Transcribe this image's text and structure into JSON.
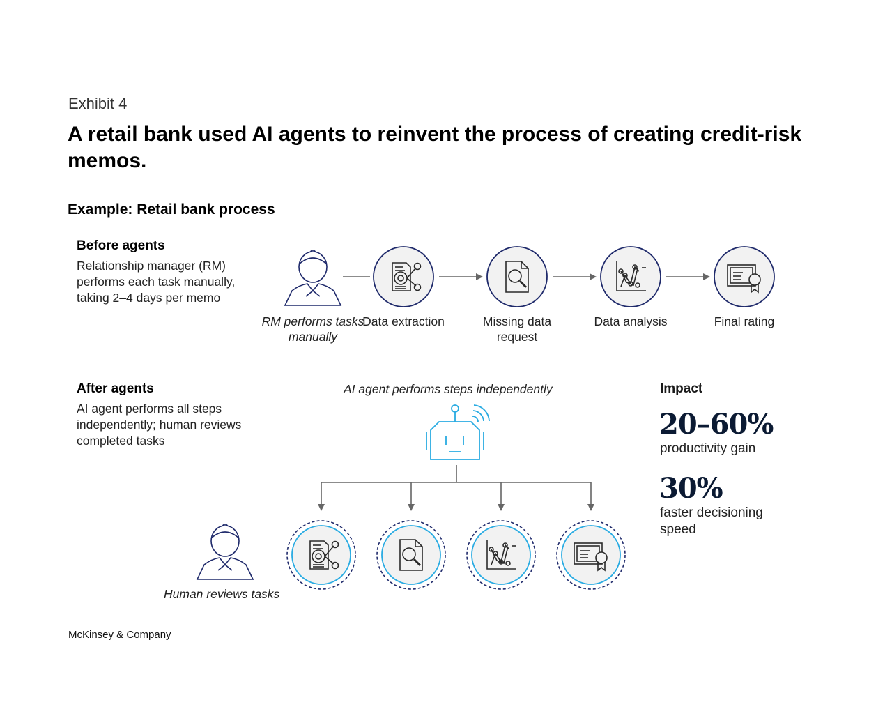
{
  "header": {
    "exhibit": "Exhibit 4",
    "title": "A retail bank used AI agents to reinvent the process of creating credit-risk memos."
  },
  "section_heading": "Example: Retail bank process",
  "before": {
    "heading": "Before agents",
    "description": "Relationship manager (RM) performs each task manually, taking 2–4 days per memo",
    "rm_caption": "RM performs tasks manually",
    "steps": [
      {
        "label": "Data extraction",
        "icon": "document-extraction-icon"
      },
      {
        "label": "Missing data request",
        "icon": "document-search-icon"
      },
      {
        "label": "Data analysis",
        "icon": "chart-analysis-icon"
      },
      {
        "label": "Final rating",
        "icon": "certificate-icon"
      }
    ]
  },
  "after": {
    "heading": "After agents",
    "description": "AI agent performs all steps independently; human reviews completed tasks",
    "agent_caption": "AI agent performs steps independently",
    "human_caption": "Human reviews tasks"
  },
  "impact": {
    "heading": "Impact",
    "stats": [
      {
        "value": "20–60%",
        "label": "productivity gain"
      },
      {
        "value": "30%",
        "label": "faster decisioning speed"
      }
    ]
  },
  "footer": "McKinsey & Company",
  "colors": {
    "navy": "#1f2a6b",
    "agent_blue": "#29abe2",
    "arrow_gray": "#666666",
    "icon_fill": "#f2f2f2"
  }
}
